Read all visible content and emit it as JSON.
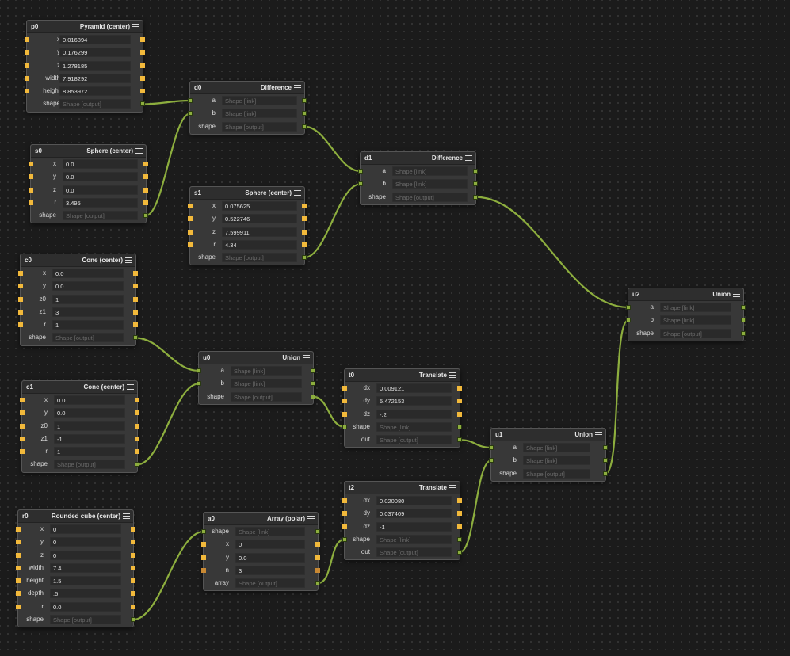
{
  "colors": {
    "canvas": "#1b1b1b",
    "node_body": "#383838",
    "wire": "#8dae3e",
    "port_number": "#f2b93b",
    "port_shape": "#8dae3e",
    "port_integer": "#c98933"
  },
  "placeholders": {
    "link": "Shape [link]",
    "output": "Shape [output]"
  },
  "nodes": {
    "p0": {
      "id": "p0",
      "title": "Pyramid (center)",
      "x": "0.016894",
      "y": "0.176299",
      "z": "1.278185",
      "width": "7.918292",
      "height": "8.853972",
      "shape_label": "shape"
    },
    "s0": {
      "id": "s0",
      "title": "Sphere (center)",
      "x": "0.0",
      "y": "0.0",
      "z": "0.0",
      "r": "3.495",
      "shape_label": "shape"
    },
    "d0": {
      "id": "d0",
      "title": "Difference",
      "a_label": "a",
      "b_label": "b",
      "shape_label": "shape"
    },
    "s1": {
      "id": "s1",
      "title": "Sphere (center)",
      "x": "0.075625",
      "y": "0.522746",
      "z": "7.599911",
      "r": "4.34",
      "shape_label": "shape"
    },
    "d1": {
      "id": "d1",
      "title": "Difference",
      "a_label": "a",
      "b_label": "b",
      "shape_label": "shape"
    },
    "c0": {
      "id": "c0",
      "title": "Cone (center)",
      "x": "0.0",
      "y": "0.0",
      "z0": "1",
      "z1": "3",
      "r": "1",
      "shape_label": "shape"
    },
    "c1": {
      "id": "c1",
      "title": "Cone (center)",
      "x": "0.0",
      "y": "0.0",
      "z0": "1",
      "z1": "-1",
      "r": "1",
      "shape_label": "shape"
    },
    "u0": {
      "id": "u0",
      "title": "Union",
      "a_label": "a",
      "b_label": "b",
      "shape_label": "shape"
    },
    "t0": {
      "id": "t0",
      "title": "Translate",
      "dx": "0.009121",
      "dy": "5.472153",
      "dz": "-.2",
      "shape_label": "shape",
      "out_label": "out"
    },
    "u1": {
      "id": "u1",
      "title": "Union",
      "a_label": "a",
      "b_label": "b",
      "shape_label": "shape"
    },
    "u2": {
      "id": "u2",
      "title": "Union",
      "a_label": "a",
      "b_label": "b",
      "shape_label": "shape"
    },
    "r0": {
      "id": "r0",
      "title": "Rounded cube (center)",
      "x": "0",
      "y": "0",
      "z": "0",
      "width": "7.4",
      "height": "1.5",
      "depth": ".5",
      "r": "0.0",
      "shape_label": "shape"
    },
    "a0": {
      "id": "a0",
      "title": "Array (polar)",
      "x": "0",
      "y": "0.0",
      "n": "3",
      "shape_label": "shape",
      "array_label": "array"
    },
    "t2": {
      "id": "t2",
      "title": "Translate",
      "dx": "0.020080",
      "dy": "0.037409",
      "dz": "-1",
      "shape_label": "shape",
      "out_label": "out"
    }
  }
}
